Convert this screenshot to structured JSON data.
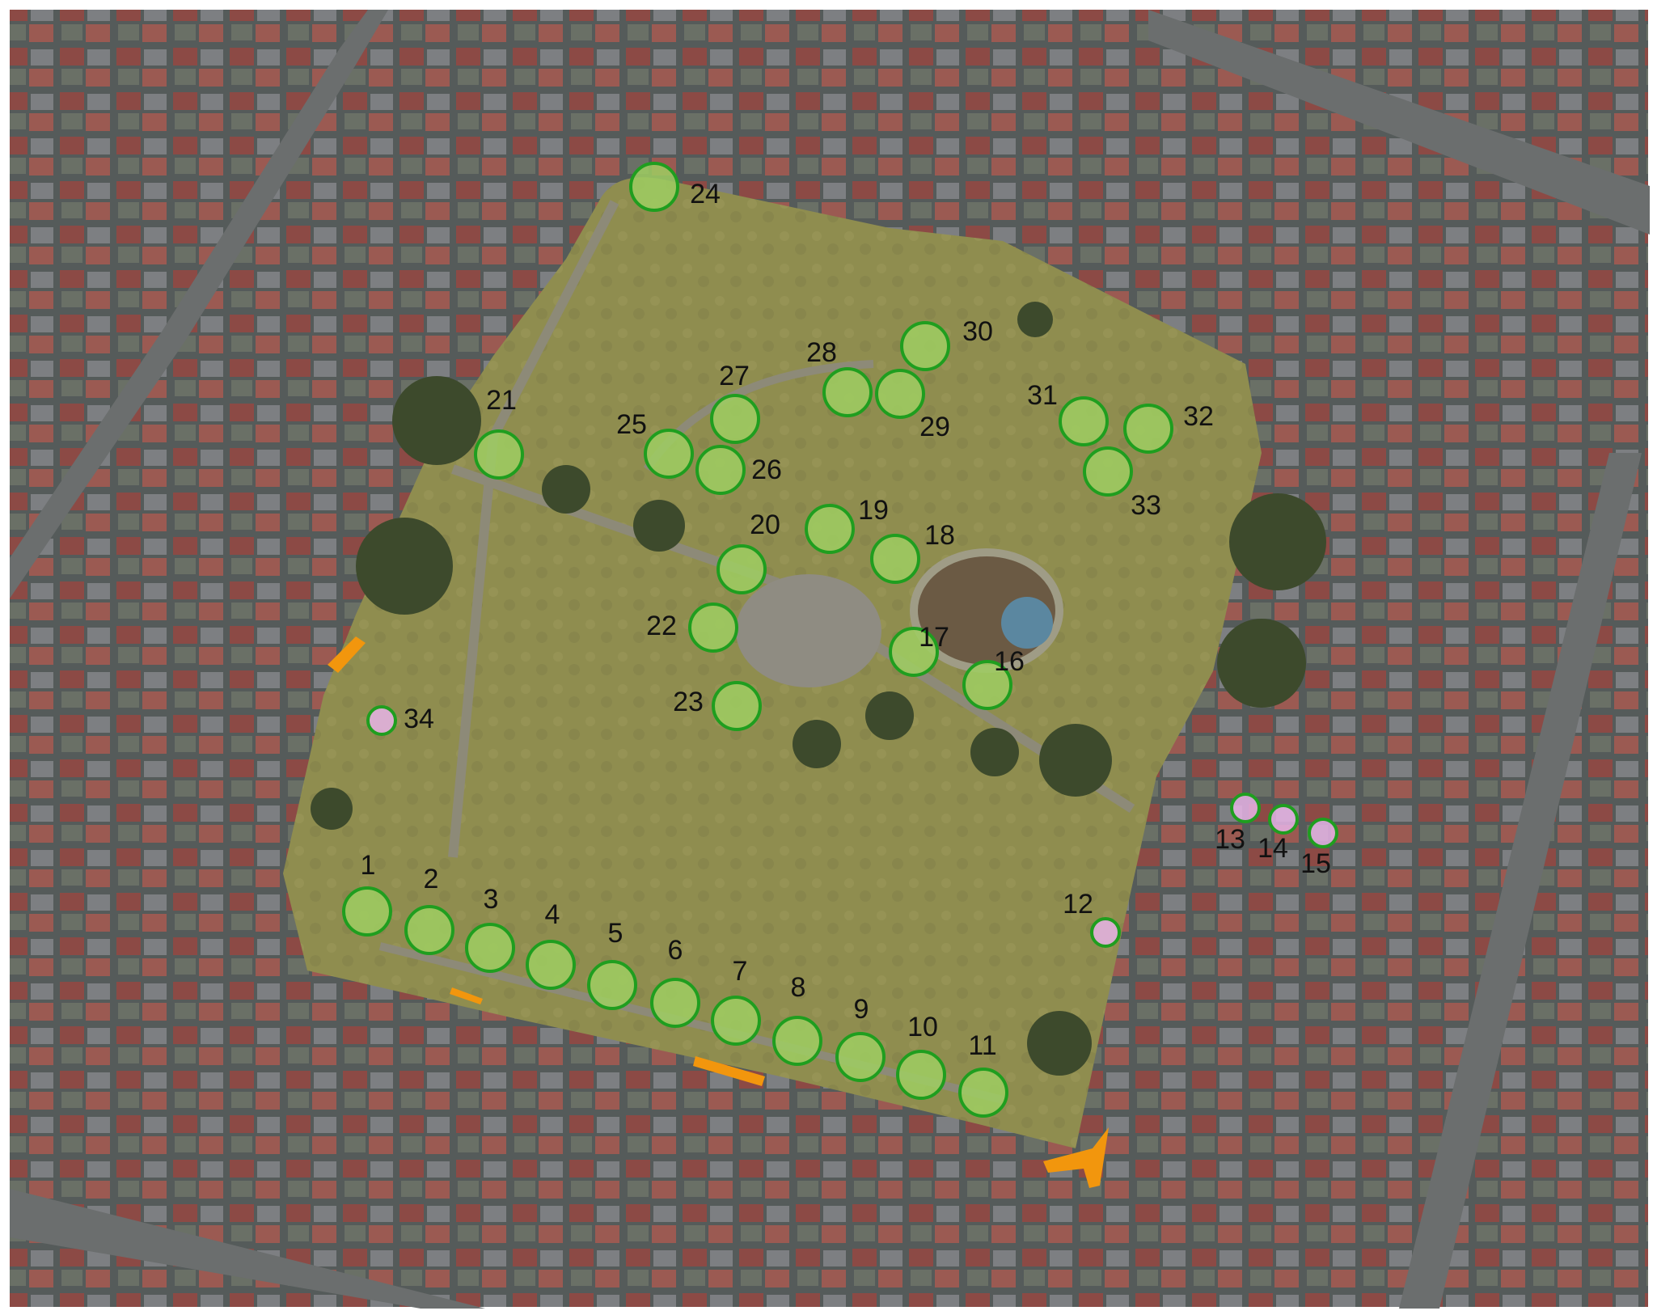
{
  "map": {
    "colors": {
      "green_marker_fill": "#9fce62",
      "green_marker_stroke": "#1f9e1f",
      "pink_marker_fill": "#e8b4e6",
      "pink_marker_stroke": "#1f9e1f",
      "orange_marker": "#f2960d",
      "park_grass": "#8f8d4f",
      "built_area": "#4b4e4e"
    },
    "green_markers": [
      {
        "label": "1"
      },
      {
        "label": "2"
      },
      {
        "label": "3"
      },
      {
        "label": "4"
      },
      {
        "label": "5"
      },
      {
        "label": "6"
      },
      {
        "label": "7"
      },
      {
        "label": "8"
      },
      {
        "label": "9"
      },
      {
        "label": "10"
      },
      {
        "label": "11"
      },
      {
        "label": "16"
      },
      {
        "label": "17"
      },
      {
        "label": "18"
      },
      {
        "label": "19"
      },
      {
        "label": "20"
      },
      {
        "label": "21"
      },
      {
        "label": "22"
      },
      {
        "label": "23"
      },
      {
        "label": "24"
      },
      {
        "label": "25"
      },
      {
        "label": "26"
      },
      {
        "label": "27"
      },
      {
        "label": "28"
      },
      {
        "label": "29"
      },
      {
        "label": "30"
      },
      {
        "label": "31"
      },
      {
        "label": "32"
      },
      {
        "label": "33"
      }
    ],
    "pink_markers": [
      {
        "label": "12"
      },
      {
        "label": "13"
      },
      {
        "label": "14"
      },
      {
        "label": "15"
      },
      {
        "label": "34"
      }
    ],
    "orange_markers": [
      {
        "shape": "bar"
      },
      {
        "shape": "bar"
      },
      {
        "shape": "bar"
      },
      {
        "shape": "corner"
      }
    ]
  }
}
